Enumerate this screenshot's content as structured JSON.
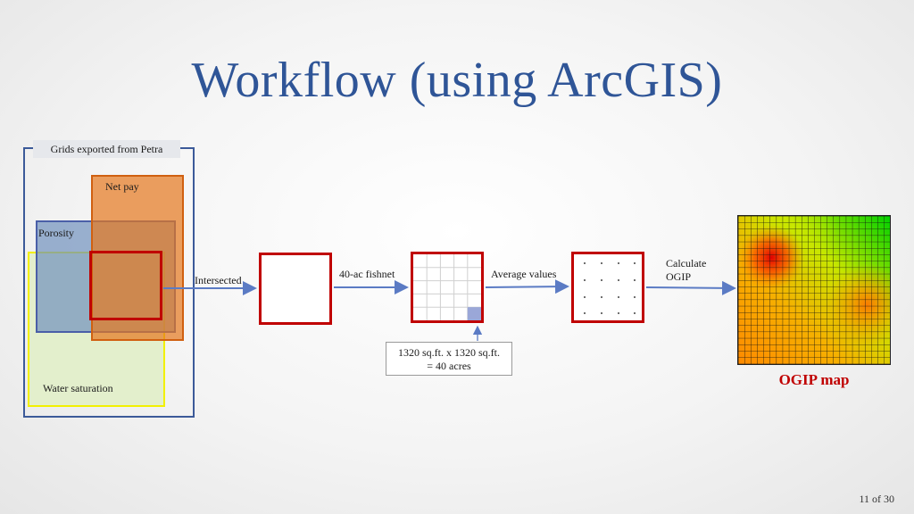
{
  "slide": {
    "title": "Workflow (using ArcGIS)",
    "page_number": "11 of 30"
  },
  "input_group": {
    "header": "Grids exported from Petra",
    "layers": {
      "net_pay": "Net pay",
      "porosity": "Porosity",
      "water_saturation": "Water saturation"
    }
  },
  "steps": {
    "intersected": "Intersected",
    "fishnet": "40-ac fishnet",
    "average_values": "Average values",
    "calculate_line1": "Calculate",
    "calculate_line2": "OGIP"
  },
  "note": {
    "line1": "1320 sq.ft. x 1320 sq.ft.",
    "line2": "= 40 acres"
  },
  "output": {
    "label": "OGIP map"
  },
  "colors": {
    "title": "#2f5597",
    "highlight": "#c00000",
    "arrow": "#5b7bc4",
    "net_pay": "#e67e22",
    "porosity": "#7092be",
    "water_saturation": "#e3efcc"
  }
}
